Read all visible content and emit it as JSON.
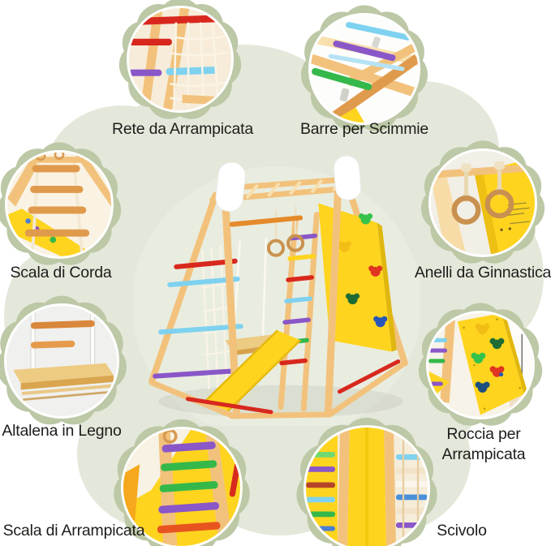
{
  "callouts": {
    "rete": {
      "label": "Rete da Arrampicata"
    },
    "barre": {
      "label": "Barre per Scimmie"
    },
    "corda": {
      "label": "Scala di Corda"
    },
    "anelli": {
      "label": "Anelli da Ginnastica"
    },
    "altalena": {
      "label": "Altalena in Legno"
    },
    "roccia": {
      "label_line1": "Roccia per",
      "label_line2": "Arrampicata"
    },
    "scala": {
      "label": "Scala di Arrampicata"
    },
    "scivolo": {
      "label": "Scivolo"
    }
  },
  "colors": {
    "background": "#ffffff",
    "blob": "#e4e8da",
    "petal": "#bcc8a6",
    "label_text": "#1d1d1b",
    "wood": "#f2c27c",
    "wood_dark": "#e09a4c",
    "slide_yellow": "#ffd41f",
    "rung_red": "#d8281e",
    "rung_cyan": "#7fd2ef",
    "rung_purple": "#8a57c8",
    "rung_green": "#35b84a",
    "net_white": "#faf4e6"
  }
}
